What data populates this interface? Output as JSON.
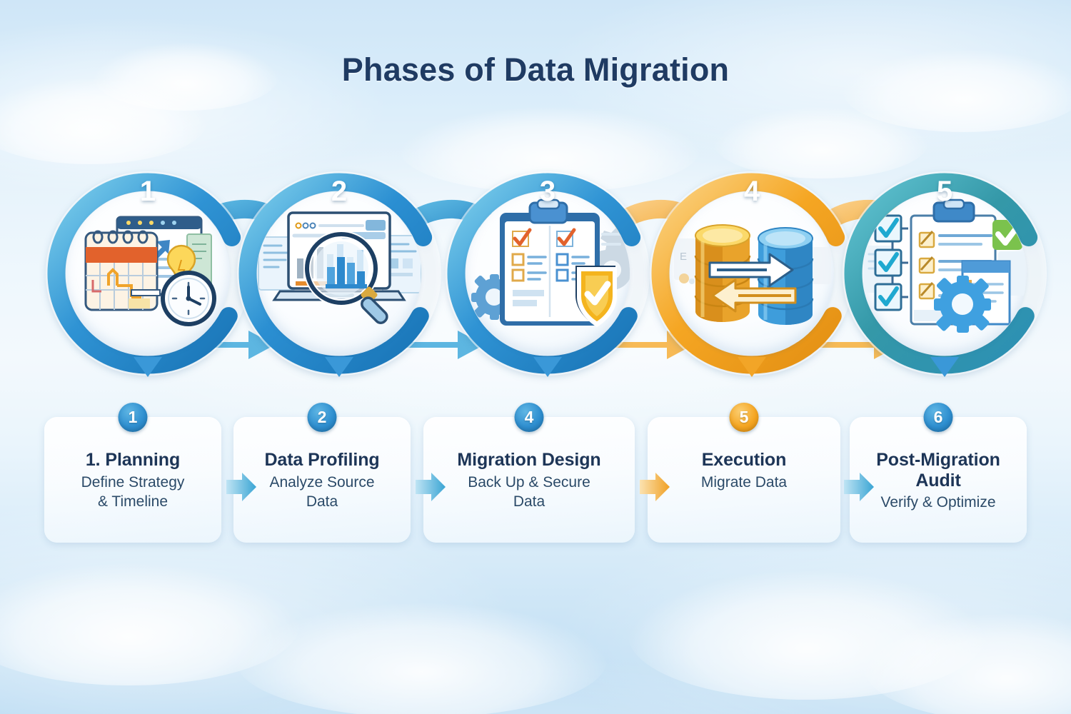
{
  "title": "Phases of Data Migration",
  "theme": {
    "title_color": "#1f3b63",
    "blue": "#2f93d4",
    "blue_dark": "#1d77bb",
    "blue_light": "#63c2e6",
    "orange": "#f5a623",
    "orange_dark": "#e8941a",
    "teal": "#3498a8",
    "teal_light": "#56bdc9",
    "card_bg": "#f7fbff",
    "card_title_color": "#1d3557",
    "card_sub_color": "#2b4a68"
  },
  "circles": [
    {
      "number": "1",
      "ring_color": "#2f93d4",
      "icon": "calendar-lightbulb-clock-icon",
      "label": "Planning"
    },
    {
      "number": "2",
      "ring_color": "#2b8fd2",
      "icon": "laptop-chart-magnifier-icon",
      "label": "Data Profiling"
    },
    {
      "number": "3",
      "ring_color": "#2f93d4",
      "icon": "clipboard-checklist-shield-icon",
      "label": "Migration Design"
    },
    {
      "number": "4",
      "ring_color": "#f5a623",
      "icon": "database-transfer-icon",
      "label": "Execution"
    },
    {
      "number": "5",
      "ring_color": "#3498a8",
      "icon": "checklist-gear-approved-icon",
      "label": "Post-Migration Audit"
    }
  ],
  "circle_arrows": [
    {
      "from": "1",
      "to": "2",
      "color": "#2f93d4"
    },
    {
      "from": "2",
      "to": "3",
      "color": "#2f93d4"
    },
    {
      "from": "3",
      "to": "4",
      "color": "#f5a623"
    },
    {
      "from": "4",
      "to": "5",
      "color": "#f5a623"
    }
  ],
  "cards": [
    {
      "badge": "1",
      "badge_color": "#2f8fd0",
      "title": "1. Planning",
      "subtitle": "Define Strategy\n& Timeline"
    },
    {
      "badge": "2",
      "badge_color": "#2f8fd0",
      "title": "Data Profiling",
      "subtitle": "Analyze Source\nData"
    },
    {
      "badge": "4",
      "badge_color": "#2f8fd0",
      "title": "Migration Design",
      "subtitle": "Back Up & Secure\nData"
    },
    {
      "badge": "5",
      "badge_color": "#f5a623",
      "title": "Execution",
      "subtitle": "Migrate Data"
    },
    {
      "badge": "6",
      "badge_color": "#2f8fd0",
      "title": "Post-Migration\nAudit",
      "subtitle": "Verify & Optimize"
    }
  ],
  "card_arrows": [
    {
      "index": "1",
      "color": "#4cb3de"
    },
    {
      "index": "2",
      "color": "#4cb3de"
    },
    {
      "index": "3",
      "color": "#f5a623"
    },
    {
      "index": "4",
      "color": "#3aa5d4"
    }
  ]
}
